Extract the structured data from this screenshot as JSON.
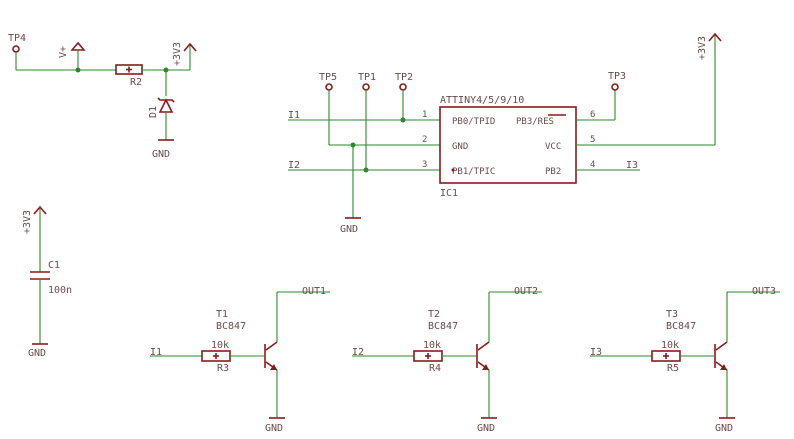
{
  "labels": {
    "tp4": "TP4",
    "tp5": "TP5",
    "tp1": "TP1",
    "tp2": "TP2",
    "tp3": "TP3",
    "vplus": "V+",
    "r2": "R2",
    "d1": "D1",
    "v33_top": "+3V3",
    "v33_right": "+3V3",
    "v33_c1": "+3V3",
    "gnd_d1": "GND",
    "gnd_ic": "GND",
    "gnd_c1": "GND",
    "gnd_t1": "GND",
    "gnd_t2": "GND",
    "gnd_t3": "GND",
    "ic_name": "ATTINY4/5/9/10",
    "ic_ref": "IC1",
    "pin_pb0": "PB0/TPID",
    "pin_gnd": "GND",
    "pin_pb1": "PB1/TPIC",
    "pin_pb3": "PB3/RES",
    "pin_vcc": "VCC",
    "pin_pb2": "PB2",
    "pn1": "1",
    "pn2": "2",
    "pn3": "3",
    "pn4": "4",
    "pn5": "5",
    "pn6": "6",
    "net_i1_ic": "I1",
    "net_i2_ic": "I2",
    "net_i3_ic": "I3",
    "c1": "C1",
    "c1_val": "100n",
    "t1": "T1",
    "t1_type": "BC847",
    "r3_val": "10k",
    "r3": "R3",
    "out1": "OUT1",
    "net_i1_t": "I1",
    "t2": "T2",
    "t2_type": "BC847",
    "r4_val": "10k",
    "r4": "R4",
    "out2": "OUT2",
    "net_i2_t": "I2",
    "t3": "T3",
    "t3_type": "BC847",
    "r5_val": "10k",
    "r5": "R5",
    "out3": "OUT3",
    "net_i3_t": "I3"
  },
  "colors": {
    "wire": "#2a8a2a",
    "symbol": "#8b1a1a",
    "text": "#6b4a4a",
    "background": "#ffffff"
  }
}
